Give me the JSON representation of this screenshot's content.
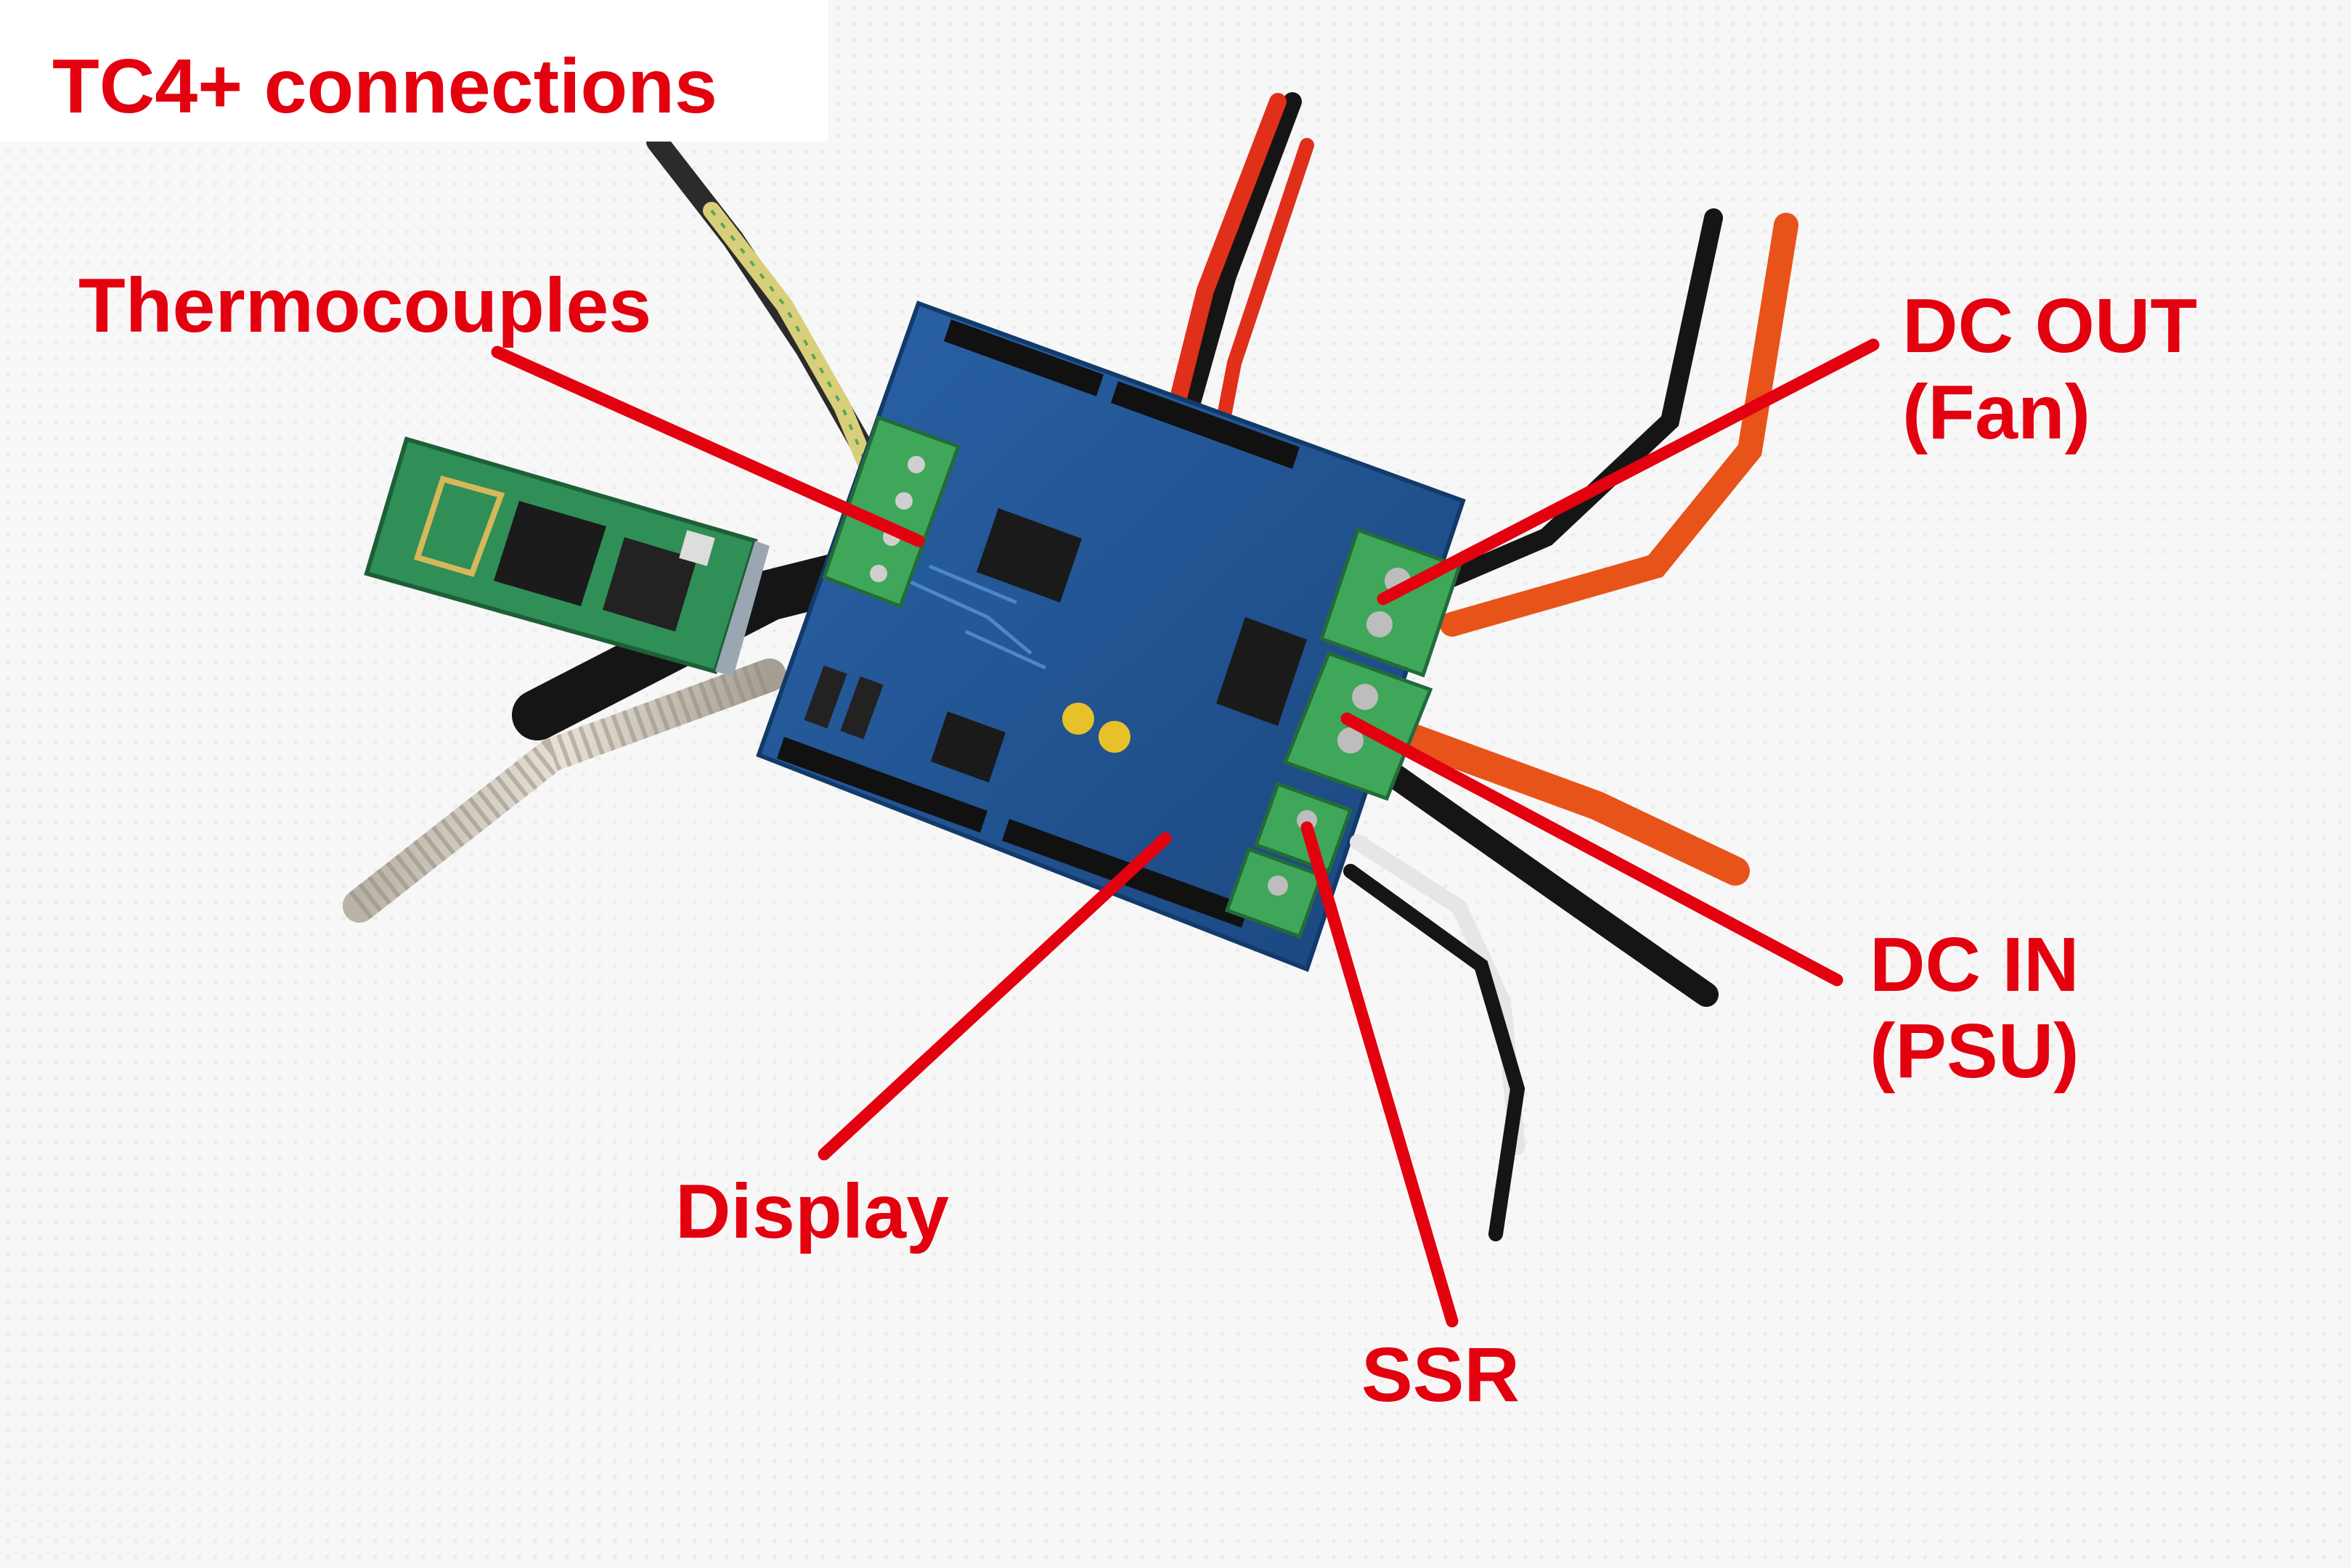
{
  "title": "TC4+ connections",
  "labels": {
    "thermocouples": "Thermocouples",
    "dc_out_line1": "DC OUT",
    "dc_out_line2": "(Fan)",
    "dc_in_line1": "DC IN",
    "dc_in_line2": "(PSU)",
    "display": "Display",
    "ssr": "SSR"
  },
  "colors": {
    "label_red": "#e3000f",
    "pcb_blue": "#1f4f8c",
    "terminal_green": "#3fa75a",
    "wire_red": "#e0301a",
    "wire_black": "#151515",
    "wire_white": "#eeeeee"
  }
}
